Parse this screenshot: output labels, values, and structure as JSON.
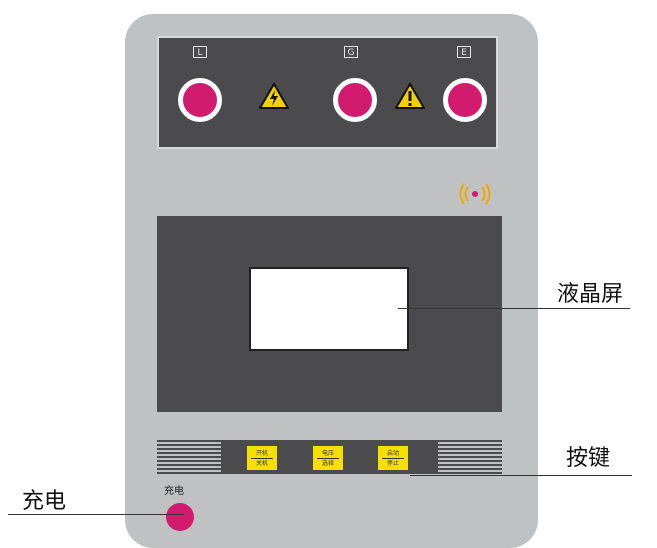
{
  "terminals": [
    {
      "label": "L"
    },
    {
      "label": "G"
    },
    {
      "label": "E"
    }
  ],
  "warning_icons": [
    "high-voltage-warning-icon",
    "caution-warning-icon"
  ],
  "keys": [
    {
      "top": "开机",
      "bottom": "关机"
    },
    {
      "top": "电压",
      "bottom": "选择"
    },
    {
      "top": "启动",
      "bottom": "停止"
    }
  ],
  "charge_port_label": "充电",
  "callouts": {
    "screen": "液晶屏",
    "keys": "按键",
    "charge": "充电"
  },
  "colors": {
    "casing": "#bfc1c3",
    "panel": "#4b4b4d",
    "socket": "#d21a6e",
    "key": "#f5e000"
  }
}
